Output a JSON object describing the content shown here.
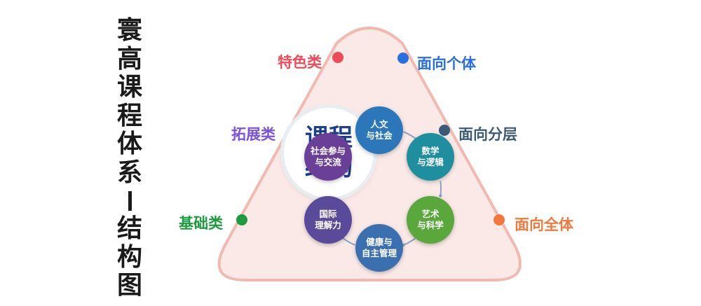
{
  "title": "寰高课程体系—结构图",
  "title_parts": {
    "top": "寰高课程体系",
    "bottom": "结构图"
  },
  "left_labels": [
    {
      "text": "特色类",
      "color": "#ee4b58"
    },
    {
      "text": "拓展类",
      "color": "#7a52dd"
    },
    {
      "text": "基础类",
      "color": "#1d9c3f"
    }
  ],
  "right_labels": [
    {
      "text": "面向个体",
      "color": "#2a6fe0"
    },
    {
      "text": "面向分层",
      "color": "#3b5a78"
    },
    {
      "text": "面向全体",
      "color": "#f07a3e"
    }
  ],
  "center": {
    "text": "课程结构"
  },
  "modules": [
    {
      "text": "人文\n与社会",
      "color": "#2b77b9"
    },
    {
      "text": "数学\n与逻辑",
      "color": "#1f8fa0"
    },
    {
      "text": "艺术\n与科学",
      "color": "#5aa83c"
    },
    {
      "text": "健康与\n自主管理",
      "color": "#3a6fb0"
    },
    {
      "text": "国际\n理解力",
      "color": "#5a4a9a"
    },
    {
      "text": "社会参与\n与交流",
      "color": "#6a3f98"
    }
  ],
  "colors": {
    "triangle_fill": "#fae9e6",
    "triangle_stroke": "#f2b9b0"
  }
}
